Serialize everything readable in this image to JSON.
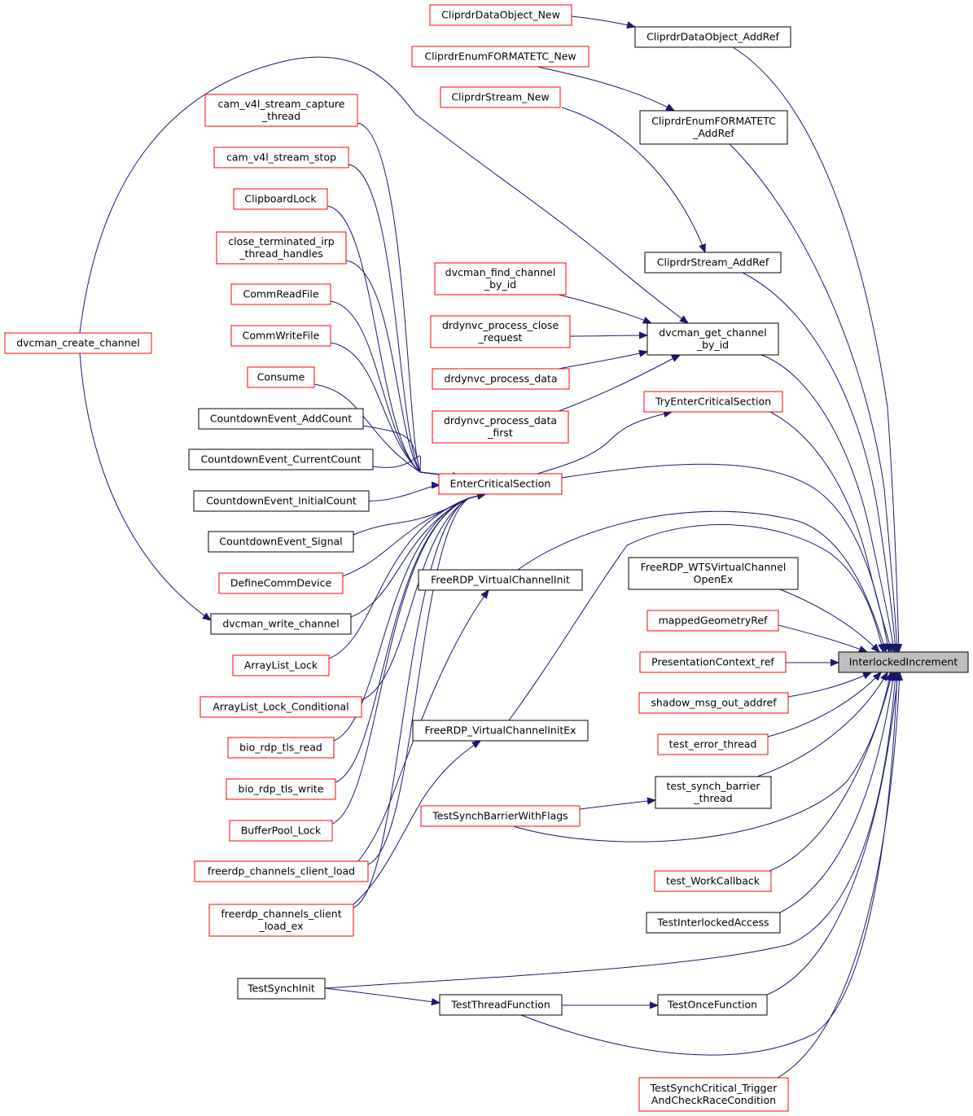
{
  "colors": {
    "edge": "#191970",
    "border_black": "#000000",
    "border_red": "#ff0000",
    "focus_fill": "#bfbfbf"
  },
  "focus": "InterlockedIncrement",
  "nodes": [
    {
      "id": "interlocked_increment",
      "lines": [
        "InterlockedIncrement"
      ],
      "style": "focus"
    },
    {
      "id": "cliprdr_dataobject_new",
      "lines": [
        "CliprdrDataObject_New"
      ],
      "style": "red"
    },
    {
      "id": "cliprdr_dataobject_addref",
      "lines": [
        "CliprdrDataObject_AddRef"
      ],
      "style": "black"
    },
    {
      "id": "cliprdr_enumformatetc_new",
      "lines": [
        "CliprdrEnumFORMATETC_New"
      ],
      "style": "red"
    },
    {
      "id": "cliprdr_enumformatetc_addref",
      "lines": [
        "CliprdrEnumFORMATETC",
        "_AddRef"
      ],
      "style": "black"
    },
    {
      "id": "cliprdr_stream_new",
      "lines": [
        "CliprdrStream_New"
      ],
      "style": "red"
    },
    {
      "id": "cliprdr_stream_addref",
      "lines": [
        "CliprdrStream_AddRef"
      ],
      "style": "black"
    },
    {
      "id": "cam_v4l_stream_capture_thread",
      "lines": [
        "cam_v4l_stream_capture",
        "_thread"
      ],
      "style": "red"
    },
    {
      "id": "cam_v4l_stream_stop",
      "lines": [
        "cam_v4l_stream_stop"
      ],
      "style": "red"
    },
    {
      "id": "clipboard_lock",
      "lines": [
        "ClipboardLock"
      ],
      "style": "red"
    },
    {
      "id": "close_terminated_irp",
      "lines": [
        "close_terminated_irp",
        "_thread_handles"
      ],
      "style": "red"
    },
    {
      "id": "comm_read_file",
      "lines": [
        "CommReadFile"
      ],
      "style": "red"
    },
    {
      "id": "comm_write_file",
      "lines": [
        "CommWriteFile"
      ],
      "style": "red"
    },
    {
      "id": "consume",
      "lines": [
        "Consume"
      ],
      "style": "red"
    },
    {
      "id": "countdown_addcount",
      "lines": [
        "CountdownEvent_AddCount"
      ],
      "style": "black"
    },
    {
      "id": "countdown_currentcount",
      "lines": [
        "CountdownEvent_CurrentCount"
      ],
      "style": "black"
    },
    {
      "id": "countdown_initialcount",
      "lines": [
        "CountdownEvent_InitialCount"
      ],
      "style": "black"
    },
    {
      "id": "countdown_signal",
      "lines": [
        "CountdownEvent_Signal"
      ],
      "style": "black"
    },
    {
      "id": "define_comm_device",
      "lines": [
        "DefineCommDevice"
      ],
      "style": "red"
    },
    {
      "id": "dvcman_write_channel",
      "lines": [
        "dvcman_write_channel"
      ],
      "style": "black"
    },
    {
      "id": "arraylist_lock",
      "lines": [
        "ArrayList_Lock"
      ],
      "style": "red"
    },
    {
      "id": "arraylist_lock_conditional",
      "lines": [
        "ArrayList_Lock_Conditional"
      ],
      "style": "red"
    },
    {
      "id": "bio_rdp_tls_read",
      "lines": [
        "bio_rdp_tls_read"
      ],
      "style": "red"
    },
    {
      "id": "bio_rdp_tls_write",
      "lines": [
        "bio_rdp_tls_write"
      ],
      "style": "red"
    },
    {
      "id": "bufferpool_lock",
      "lines": [
        "BufferPool_Lock"
      ],
      "style": "red"
    },
    {
      "id": "freerdp_channels_client_load",
      "lines": [
        "freerdp_channels_client_load"
      ],
      "style": "red"
    },
    {
      "id": "freerdp_channels_client_load_ex",
      "lines": [
        "freerdp_channels_client",
        "_load_ex"
      ],
      "style": "red"
    },
    {
      "id": "dvcman_create_channel",
      "lines": [
        "dvcman_create_channel"
      ],
      "style": "red"
    },
    {
      "id": "dvcman_find_channel_by_id",
      "lines": [
        "dvcman_find_channel",
        "_by_id"
      ],
      "style": "red"
    },
    {
      "id": "drdynvc_process_close_request",
      "lines": [
        "drdynvc_process_close",
        "_request"
      ],
      "style": "red"
    },
    {
      "id": "drdynvc_process_data",
      "lines": [
        "drdynvc_process_data"
      ],
      "style": "red"
    },
    {
      "id": "drdynvc_process_data_first",
      "lines": [
        "drdynvc_process_data",
        "_first"
      ],
      "style": "red"
    },
    {
      "id": "dvcman_get_channel_by_id",
      "lines": [
        "dvcman_get_channel",
        "_by_id"
      ],
      "style": "black"
    },
    {
      "id": "try_enter_critical_section",
      "lines": [
        "TryEnterCriticalSection"
      ],
      "style": "red"
    },
    {
      "id": "enter_critical_section",
      "lines": [
        "EnterCriticalSection"
      ],
      "style": "red"
    },
    {
      "id": "freerdp_virtualchannelinit",
      "lines": [
        "FreeRDP_VirtualChannelInit"
      ],
      "style": "black"
    },
    {
      "id": "freerdp_virtualchannelinitex",
      "lines": [
        "FreeRDP_VirtualChannelInitEx"
      ],
      "style": "black"
    },
    {
      "id": "freerdp_wtsvirtualchannelopenex",
      "lines": [
        "FreeRDP_WTSVirtualChannel",
        "OpenEx"
      ],
      "style": "black"
    },
    {
      "id": "mapped_geometry_ref",
      "lines": [
        "mappedGeometryRef"
      ],
      "style": "red"
    },
    {
      "id": "presentation_context_ref",
      "lines": [
        "PresentationContext_ref"
      ],
      "style": "red"
    },
    {
      "id": "shadow_msg_out_addref",
      "lines": [
        "shadow_msg_out_addref"
      ],
      "style": "red"
    },
    {
      "id": "test_error_thread",
      "lines": [
        "test_error_thread"
      ],
      "style": "red"
    },
    {
      "id": "test_synch_barrier_thread",
      "lines": [
        "test_synch_barrier",
        "_thread"
      ],
      "style": "black"
    },
    {
      "id": "test_synch_barrier_with_flags",
      "lines": [
        "TestSynchBarrierWithFlags"
      ],
      "style": "red"
    },
    {
      "id": "test_work_callback",
      "lines": [
        "test_WorkCallback"
      ],
      "style": "red"
    },
    {
      "id": "test_interlocked_access",
      "lines": [
        "TestInterlockedAccess"
      ],
      "style": "black"
    },
    {
      "id": "test_synch_init",
      "lines": [
        "TestSynchInit"
      ],
      "style": "black"
    },
    {
      "id": "test_thread_function",
      "lines": [
        "TestThreadFunction"
      ],
      "style": "black"
    },
    {
      "id": "test_once_function",
      "lines": [
        "TestOnceFunction"
      ],
      "style": "black"
    },
    {
      "id": "test_synch_critical",
      "lines": [
        "TestSynchCritical_Trigger",
        "AndCheckRaceCondition"
      ],
      "style": "red"
    }
  ],
  "edges": [
    {
      "from": "cliprdr_dataobject_new",
      "to": "cliprdr_dataobject_addref"
    },
    {
      "from": "cliprdr_enumformatetc_new",
      "to": "cliprdr_enumformatetc_addref"
    },
    {
      "from": "cliprdr_stream_new",
      "to": "cliprdr_stream_addref"
    },
    {
      "from": "dvcman_create_channel",
      "to": "dvcman_get_channel_by_id"
    },
    {
      "from": "dvcman_create_channel",
      "to": "dvcman_write_channel"
    },
    {
      "from": "dvcman_find_channel_by_id",
      "to": "dvcman_get_channel_by_id"
    },
    {
      "from": "drdynvc_process_close_request",
      "to": "dvcman_get_channel_by_id"
    },
    {
      "from": "drdynvc_process_data",
      "to": "dvcman_get_channel_by_id"
    },
    {
      "from": "drdynvc_process_data_first",
      "to": "dvcman_get_channel_by_id"
    },
    {
      "from": "enter_critical_section",
      "to": "try_enter_critical_section"
    },
    {
      "from": "cam_v4l_stream_capture_thread",
      "to": "enter_critical_section"
    },
    {
      "from": "cam_v4l_stream_stop",
      "to": "enter_critical_section"
    },
    {
      "from": "clipboard_lock",
      "to": "enter_critical_section"
    },
    {
      "from": "close_terminated_irp",
      "to": "enter_critical_section"
    },
    {
      "from": "comm_read_file",
      "to": "enter_critical_section"
    },
    {
      "from": "comm_write_file",
      "to": "enter_critical_section"
    },
    {
      "from": "consume",
      "to": "enter_critical_section"
    },
    {
      "from": "countdown_addcount",
      "to": "enter_critical_section"
    },
    {
      "from": "countdown_currentcount",
      "to": "enter_critical_section"
    },
    {
      "from": "countdown_initialcount",
      "to": "enter_critical_section"
    },
    {
      "from": "countdown_signal",
      "to": "enter_critical_section"
    },
    {
      "from": "define_comm_device",
      "to": "enter_critical_section"
    },
    {
      "from": "dvcman_write_channel",
      "to": "enter_critical_section"
    },
    {
      "from": "arraylist_lock",
      "to": "enter_critical_section"
    },
    {
      "from": "arraylist_lock_conditional",
      "to": "enter_critical_section"
    },
    {
      "from": "bio_rdp_tls_read",
      "to": "enter_critical_section"
    },
    {
      "from": "bio_rdp_tls_write",
      "to": "enter_critical_section"
    },
    {
      "from": "bufferpool_lock",
      "to": "enter_critical_section"
    },
    {
      "from": "freerdp_channels_client_load",
      "to": "enter_critical_section"
    },
    {
      "from": "freerdp_channels_client_load_ex",
      "to": "enter_critical_section"
    },
    {
      "from": "freerdp_channels_client_load",
      "to": "freerdp_virtualchannelinit"
    },
    {
      "from": "freerdp_channels_client_load_ex",
      "to": "freerdp_virtualchannelinitex"
    },
    {
      "from": "test_synch_barrier_with_flags",
      "to": "test_synch_barrier_thread"
    },
    {
      "from": "test_synch_init",
      "to": "test_thread_function"
    },
    {
      "from": "test_thread_function",
      "to": "test_once_function"
    },
    {
      "from": "cliprdr_dataobject_addref",
      "to": "interlocked_increment"
    },
    {
      "from": "cliprdr_enumformatetc_addref",
      "to": "interlocked_increment"
    },
    {
      "from": "cliprdr_stream_addref",
      "to": "interlocked_increment"
    },
    {
      "from": "dvcman_get_channel_by_id",
      "to": "interlocked_increment"
    },
    {
      "from": "try_enter_critical_section",
      "to": "interlocked_increment"
    },
    {
      "from": "enter_critical_section",
      "to": "interlocked_increment"
    },
    {
      "from": "freerdp_virtualchannelinit",
      "to": "interlocked_increment"
    },
    {
      "from": "freerdp_virtualchannelinitex",
      "to": "interlocked_increment"
    },
    {
      "from": "freerdp_wtsvirtualchannelopenex",
      "to": "interlocked_increment"
    },
    {
      "from": "mapped_geometry_ref",
      "to": "interlocked_increment"
    },
    {
      "from": "presentation_context_ref",
      "to": "interlocked_increment"
    },
    {
      "from": "shadow_msg_out_addref",
      "to": "interlocked_increment"
    },
    {
      "from": "test_error_thread",
      "to": "interlocked_increment"
    },
    {
      "from": "test_synch_barrier_thread",
      "to": "interlocked_increment"
    },
    {
      "from": "test_synch_barrier_with_flags",
      "to": "interlocked_increment"
    },
    {
      "from": "test_work_callback",
      "to": "interlocked_increment"
    },
    {
      "from": "test_interlocked_access",
      "to": "interlocked_increment"
    },
    {
      "from": "test_synch_init",
      "to": "interlocked_increment"
    },
    {
      "from": "test_thread_function",
      "to": "interlocked_increment"
    },
    {
      "from": "test_once_function",
      "to": "interlocked_increment"
    },
    {
      "from": "test_synch_critical",
      "to": "interlocked_increment"
    }
  ]
}
